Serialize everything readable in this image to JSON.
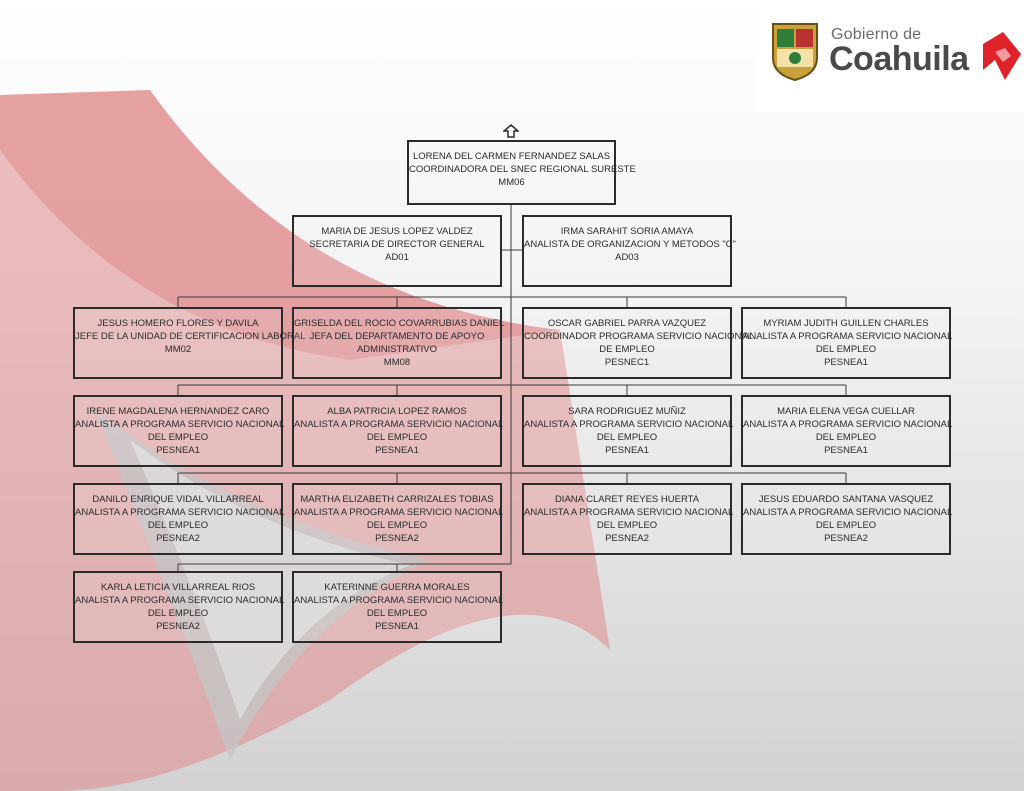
{
  "logo": {
    "line1": "Gobierno de",
    "line2": "Coahuila"
  },
  "colors": {
    "emblem_red": "#e07a7d",
    "box_border": "#2b2b2b",
    "text": "#2b2b2b"
  },
  "chart": {
    "root": {
      "name": "LORENA DEL CARMEN FERNANDEZ SALAS",
      "title": "COORDINADORA DEL SNEC REGIONAL SURESTE",
      "code": "MM06"
    },
    "staff": [
      {
        "name": "MARIA DE JESUS LOPEZ VALDEZ",
        "title": "SECRETARIA  DE DIRECTOR GENERAL",
        "code": "AD01"
      },
      {
        "name": "IRMA SARAHIT  SORIA AMAYA",
        "title": "ANALISTA DE ORGANIZACION Y METODOS \"C\"",
        "code": "AD03"
      }
    ],
    "rows": [
      [
        {
          "name": "JESUS HOMERO FLORES Y DAVILA",
          "title": "JEFE DE LA UNIDAD DE CERTIFICACION LABORAL",
          "code": "MM02"
        },
        {
          "name": "GRISELDA DEL ROCIO COVARRUBIAS DANIEL",
          "title": "JEFA DEL DEPARTAMENTO DE APOYO",
          "title2": "ADMINISTRATIVO",
          "code": "MM08"
        },
        {
          "name": "OSCAR GABRIEL PARRA VAZQUEZ",
          "title": "COORDINADOR PROGRAMA SERVICIO NACIONAL",
          "title2": "DE EMPLEO",
          "code": "PESNEC1"
        },
        {
          "name": "MYRIAM JUDITH GUILLEN CHARLES",
          "title": "ANALISTA A PROGRAMA SERVICIO NACIONAL",
          "title2": "DEL EMPLEO",
          "code": "PESNEA1"
        }
      ],
      [
        {
          "name": "IRENE MAGDALENA HERNANDEZ CARO",
          "title": "ANALISTA A PROGRAMA SERVICIO NACIONAL",
          "title2": "DEL EMPLEO",
          "code": "PESNEA1"
        },
        {
          "name": "ALBA PATRICIA LOPEZ RAMOS",
          "title": "ANALISTA A PROGRAMA SERVICIO NACIONAL",
          "title2": "DEL EMPLEO",
          "code": "PESNEA1"
        },
        {
          "name": "SARA RODRIGUEZ MUÑIZ",
          "title": "ANALISTA A PROGRAMA SERVICIO NACIONAL",
          "title2": "DEL EMPLEO",
          "code": "PESNEA1"
        },
        {
          "name": "MARIA ELENA VEGA CUELLAR",
          "title": "ANALISTA A PROGRAMA SERVICIO NACIONAL",
          "title2": "DEL EMPLEO",
          "code": "PESNEA1"
        }
      ],
      [
        {
          "name": "DANILO ENRIQUE VIDAL VILLARREAL",
          "title": "ANALISTA A PROGRAMA SERVICIO NACIONAL",
          "title2": "DEL EMPLEO",
          "code": "PESNEA2"
        },
        {
          "name": "MARTHA ELIZABETH CARRIZALES TOBIAS",
          "title": "ANALISTA A PROGRAMA SERVICIO NACIONAL",
          "title2": "DEL EMPLEO",
          "code": "PESNEA2"
        },
        {
          "name": "DIANA CLARET REYES HUERTA",
          "title": "ANALISTA A PROGRAMA SERVICIO NACIONAL",
          "title2": "DEL EMPLEO",
          "code": "PESNEA2"
        },
        {
          "name": "JESUS EDUARDO SANTANA VASQUEZ",
          "title": "ANALISTA A PROGRAMA SERVICIO NACIONAL",
          "title2": "DEL EMPLEO",
          "code": "PESNEA2"
        }
      ],
      [
        {
          "name": "KARLA LETICIA VILLARREAL RIOS",
          "title": "ANALISTA A PROGRAMA SERVICIO NACIONAL",
          "title2": "DEL EMPLEO",
          "code": "PESNEA2"
        },
        {
          "name": "KATERINNE GUERRA MORALES",
          "title": "ANALISTA A PROGRAMA SERVICIO NACIONAL",
          "title2": "DEL EMPLEO",
          "code": "PESNEA1"
        }
      ]
    ]
  }
}
